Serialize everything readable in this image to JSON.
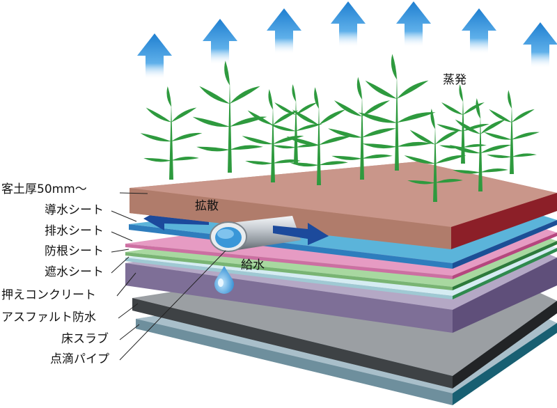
{
  "annotations": {
    "evaporation": "蒸発",
    "diffusion": "拡散",
    "water_supply": "給水"
  },
  "layers": [
    {
      "label": "客土厚50mm～"
    },
    {
      "label": "導水シート"
    },
    {
      "label": "排水シート"
    },
    {
      "label": "防根シート"
    },
    {
      "label": "遮水シート"
    },
    {
      "label": "押えコンクリート"
    },
    {
      "label": "アスファルト防水"
    },
    {
      "label": "床スラブ"
    },
    {
      "label": "点滴パイプ"
    }
  ],
  "colors": {
    "soil": "#c08a76",
    "water_guide_sheet": "#5bb4da",
    "drainage_sheet": "#e69bc3",
    "root_barrier_sheet": "#a8d8a0",
    "waterproof_sheet": "#cfe7ee",
    "concrete": "#9d8fb2",
    "asphalt": "#606468",
    "floor_slab": "#9fb5c0",
    "arrow_up": "#2a86d6",
    "arrow_diffusion": "#1c4a9c",
    "plant": "#2e9a3e"
  }
}
